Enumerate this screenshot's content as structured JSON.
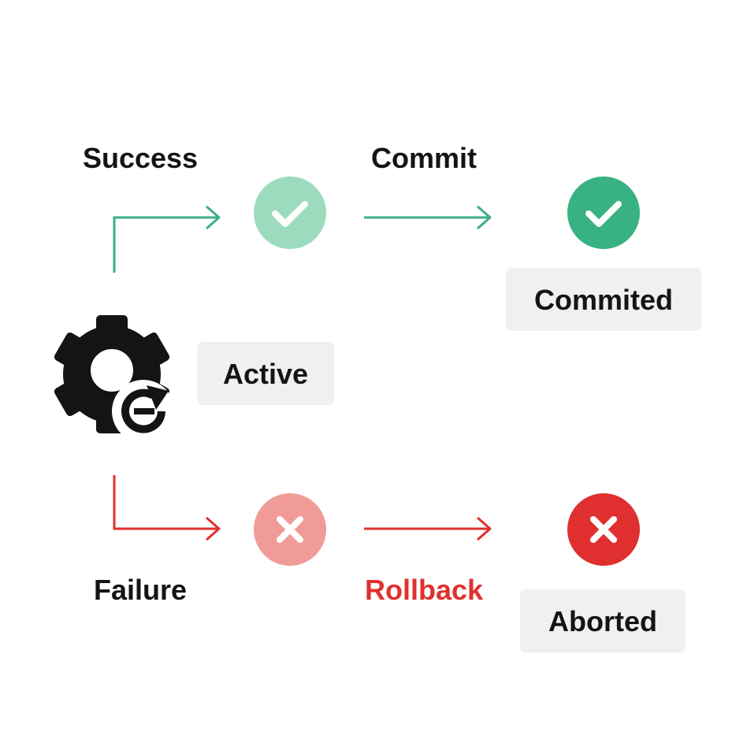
{
  "labels": {
    "success": "Success",
    "commit": "Commit",
    "failure": "Failure",
    "rollback": "Rollback"
  },
  "states": {
    "active": "Active",
    "committed": "Commited",
    "aborted": "Aborted"
  },
  "icons": {
    "process": "gear-refresh-icon",
    "success_pending": "check-icon",
    "success_final": "check-icon",
    "failure_pending": "x-icon",
    "failure_final": "x-icon"
  },
  "colors": {
    "text": "#141414",
    "green_line": "#3daf84",
    "green_light": "#9ddbbf",
    "green_dark": "#38b283",
    "red_line": "#e03030",
    "red_light": "#f19b99",
    "red_dark": "#e02f2f",
    "box_fill": "#f0f0f0"
  }
}
